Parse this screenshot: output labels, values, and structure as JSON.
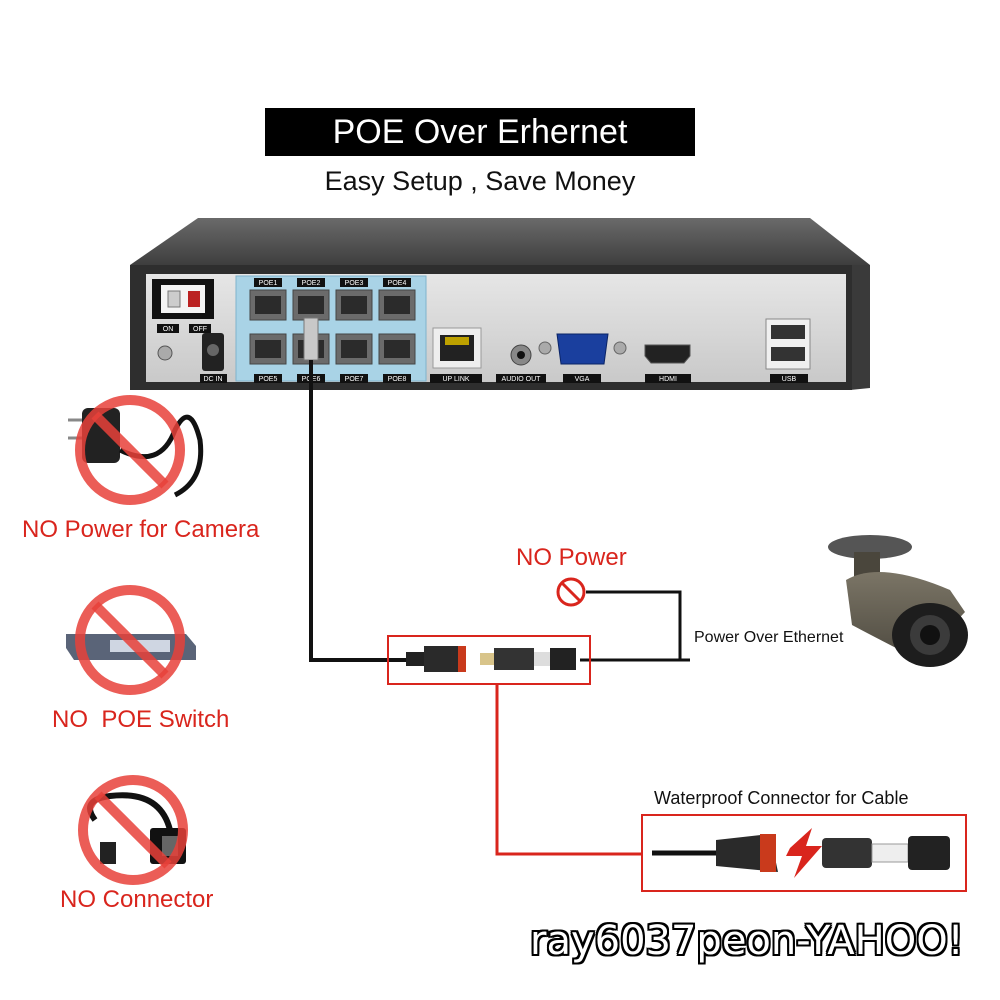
{
  "header": {
    "title": "POE Over Erhernet",
    "subtitle": "Easy Setup , Save Money"
  },
  "nvr": {
    "switch_on": "ON",
    "switch_off": "OFF",
    "dc_in": "DC IN",
    "poe_ports_top": [
      "POE1",
      "POE2",
      "POE3",
      "POE4"
    ],
    "poe_ports_bottom": [
      "POE5",
      "POE6",
      "POE7",
      "POE8"
    ],
    "uplink": "UP LINK",
    "audio_out": "AUDIO OUT",
    "vga": "VGA",
    "hdmi": "HDMI",
    "usb": "USB"
  },
  "warnings": {
    "no_power_camera": "NO Power for Camera",
    "no_poe_switch": "NO  POE Switch",
    "no_connector": "NO Connector",
    "no_power": "NO Power"
  },
  "labels": {
    "power_over_ethernet": "Power Over Ethernet",
    "waterproof_connector": "Waterproof Connector for Cable"
  },
  "watermark": "ray6037peon-YAHOO!",
  "colors": {
    "warning_red": "#d9251d",
    "poe_highlight": "#a9d3e6",
    "nvr_panel": "#d9d9d9",
    "nvr_body": "#4a4a4a"
  }
}
